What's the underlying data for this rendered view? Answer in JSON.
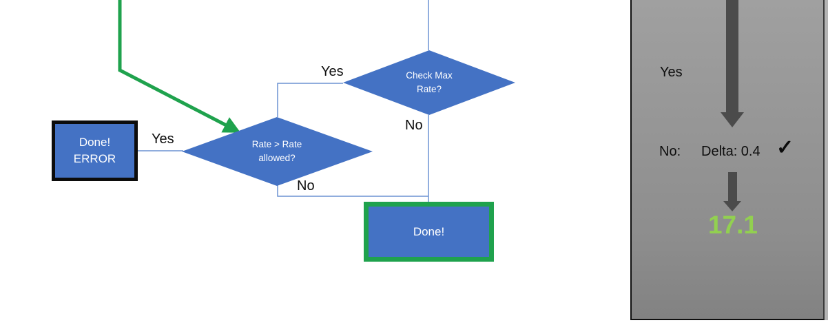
{
  "colors": {
    "shape_blue": "#4472C4",
    "connector_blue": "#6C92D2",
    "accent_green": "#1FA24D",
    "result_green": "#92D050",
    "arrow_gray": "#4B4B4B",
    "panel_gray": "#949494"
  },
  "flowchart": {
    "error_box_label": "Done!\nERROR",
    "yes_left_label": "Yes",
    "rate_diamond_label": "Rate > Rate\nallowed?",
    "no_mid_label": "No",
    "yes_top_label": "Yes",
    "check_diamond_label": "Check Max\nRate?",
    "no_right_label": "No",
    "done_box_label": "Done!"
  },
  "panel": {
    "yes_label": "Yes",
    "no_label": "No:",
    "delta_value": "Delta: 0.4",
    "checkmark": "✓",
    "result_value": "17.1"
  }
}
